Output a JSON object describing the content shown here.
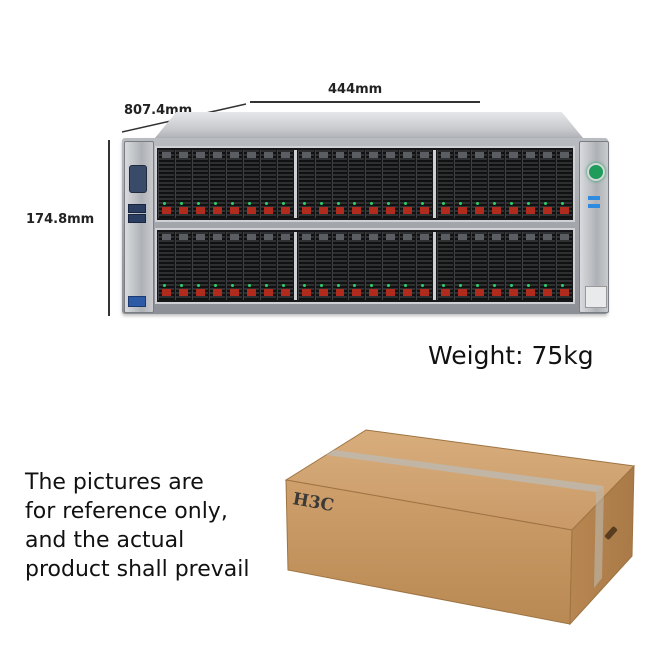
{
  "dimensions": {
    "depth": "807.4mm",
    "width": "444mm",
    "height": "174.8mm"
  },
  "weight": "Weight: 75kg",
  "disclaimer": {
    "lines": [
      "The pictures are",
      "for reference only,",
      "and the actual",
      "product shall prevail"
    ]
  },
  "box": {
    "brand": "H3C"
  },
  "colors": {
    "cardboard": "#c99a68",
    "cardboard_dark": "#b5844f",
    "tape": "#b8b6b2",
    "drive_latch": "#b02a1e",
    "power_led": "#1f9c5a"
  }
}
